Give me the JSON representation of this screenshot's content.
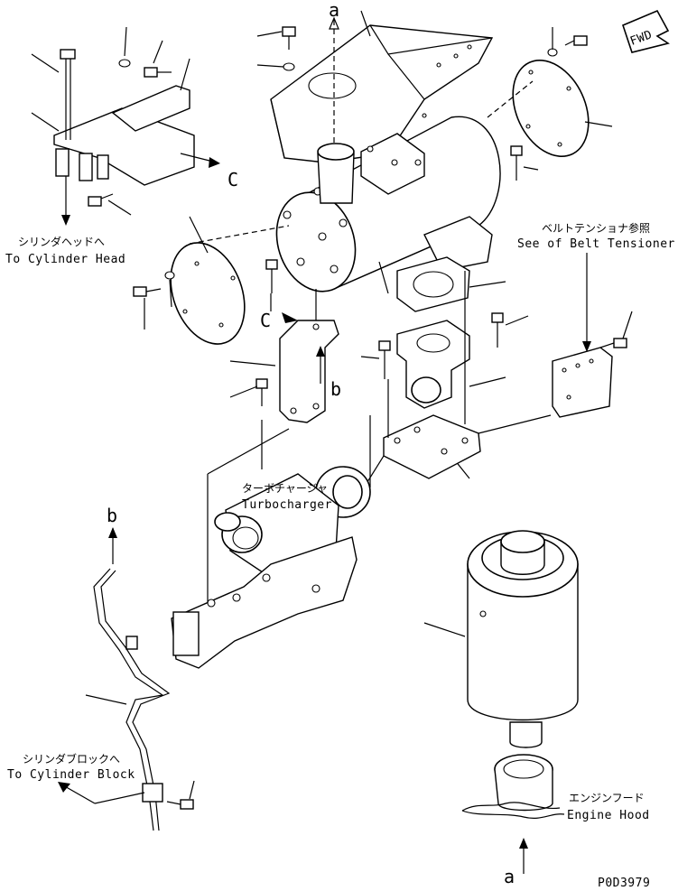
{
  "labels": {
    "a_top": "a",
    "a_bottom": "a",
    "b_left": "b",
    "b_mid": "b",
    "c_right": "C",
    "c_left": "C",
    "fwd": "FWD",
    "cyl_head_jp": "シリンダヘッドへ",
    "cyl_head_en": "To Cylinder Head",
    "belt_jp": "ベルトテンショナ参照",
    "belt_en": "See of Belt Tensioner",
    "turbo_jp": "ターボチャージャ",
    "turbo_en": "Turbocharger",
    "cyl_block_jp": "シリンダブロックへ",
    "cyl_block_en": "To Cylinder Block",
    "hood_jp": "エンジンフード",
    "hood_en": "Engine Hood",
    "drawing_no": "P0D3979"
  }
}
